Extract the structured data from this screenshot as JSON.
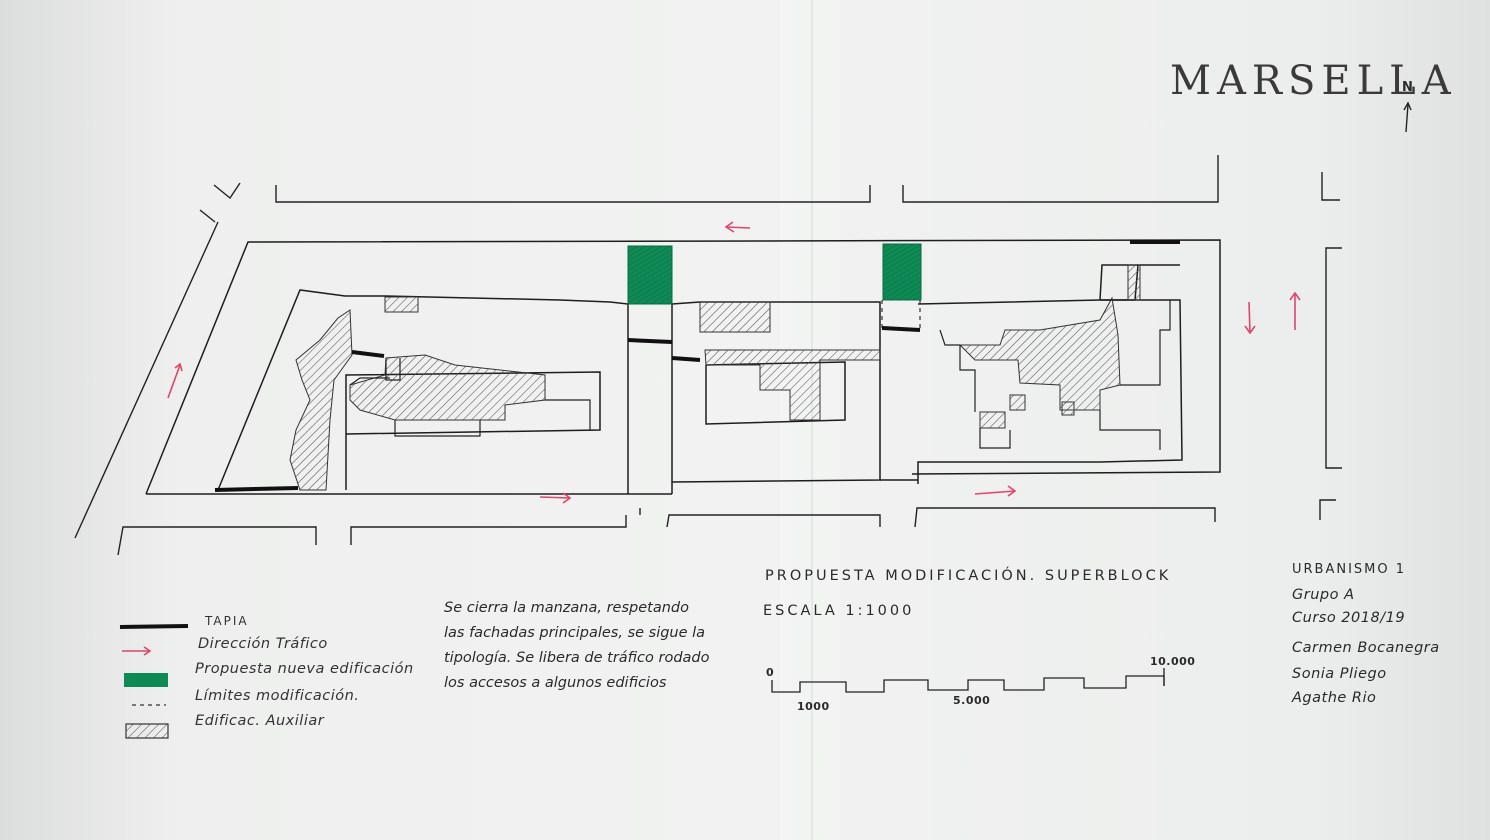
{
  "title": "MARSELLA",
  "north_label": "N",
  "legend": {
    "tapia": "TAPIA",
    "traffic_direction": "Dirección Tráfico",
    "new_building": "Propuesta nueva edificación",
    "modification_limits": "Límites modificación.",
    "auxiliary_building": "Edificac. Auxiliar"
  },
  "note": "Se cierra la manzana, respetando las fachadas principales, se sigue la tipología. Se libera de tráfico rodado los accesos a algunos edificios",
  "proposal": {
    "title": "PROPUESTA MODIFICACIÓN. SUPERBLOCK",
    "scale": "ESCALA 1:1000"
  },
  "scale_bar": {
    "label_0": "0",
    "label_1000": "1000",
    "label_5000": "5.000",
    "label_10000": "10.000"
  },
  "credits": {
    "course": "URBANISMO 1",
    "group": "Grupo A",
    "year": "Curso 2018/19",
    "author_1": "Carmen Bocanegra",
    "author_2": "Sonia Pliego",
    "author_3": "Agathe Rio"
  },
  "colors": {
    "ink": "#1e1e1e",
    "traffic_arrow": "#e0456e",
    "new_building": "#0f8a55",
    "hatch": "#555555",
    "paper": "#eff0ef"
  }
}
